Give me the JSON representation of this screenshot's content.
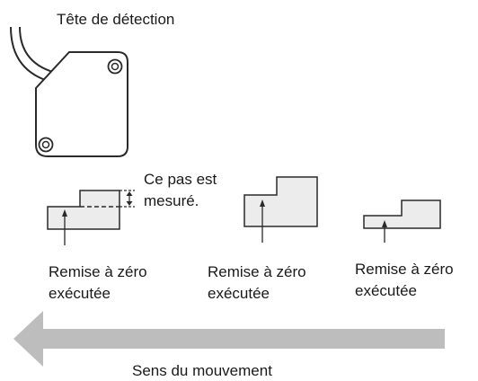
{
  "labels": {
    "sensor_head": "Tête de détection",
    "step_measured_line1": "Ce pas est",
    "step_measured_line2": "mesuré.",
    "reset": [
      {
        "line1": "Remise à zéro",
        "line2": "exécutée"
      },
      {
        "line1": "Remise à zéro",
        "line2": "exécutée"
      },
      {
        "line1": "Remise à zéro",
        "line2": "exécutée"
      }
    ],
    "movement_direction": "Sens du mouvement"
  },
  "colors": {
    "stroke": "#2a2a2a",
    "block_fill": "#ececec",
    "arrow_fill": "#bdbdbd",
    "text": "#1a1a1a"
  }
}
